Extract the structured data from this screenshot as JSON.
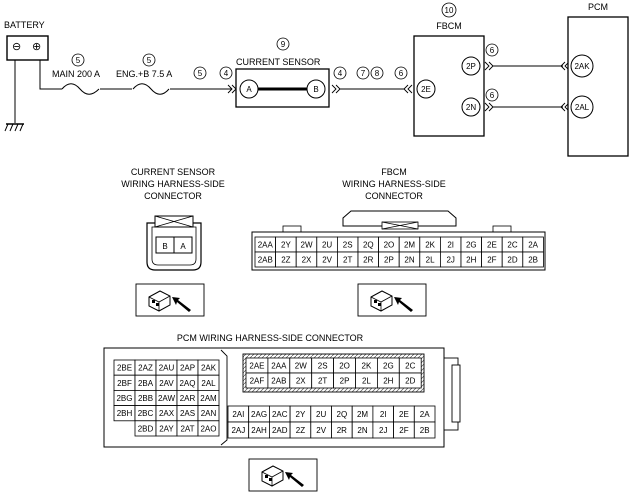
{
  "wiring": {
    "battery_label": "BATTERY",
    "battery_neg": "⊖",
    "battery_pos": "⊕",
    "fuse_main_num": "5",
    "fuse_main_label": "MAIN 200 A",
    "fuse_eng_num": "5",
    "fuse_eng_label": "ENG.+B 7.5 A",
    "wire5_num": "5",
    "cs_num": "9",
    "cs_label": "CURRENT SENSOR",
    "cs_pin_a": "A",
    "cs_pin_b": "B",
    "conn4_left": "4",
    "conn4_right": "4",
    "conn7": "7",
    "conn8": "8",
    "conn6_fbcm": "6",
    "fbcm_num": "10",
    "fbcm_label": "FBCM",
    "fbcm_pin_2e": "2E",
    "fbcm_pin_2p": "2P",
    "fbcm_pin_2n": "2N",
    "conn6_top": "6",
    "conn6_bottom": "6",
    "pcm_label": "PCM",
    "pcm_pin_2ak": "2AK",
    "pcm_pin_2al": "2AL"
  },
  "cs_connector": {
    "title_line1": "CURRENT SENSOR",
    "title_line2": "WIRING HARNESS-SIDE",
    "title_line3": "CONNECTOR",
    "pins": [
      "B",
      "A"
    ]
  },
  "fbcm_connector": {
    "title_line1": "FBCM",
    "title_line2": "WIRING HARNESS-SIDE",
    "title_line3": "CONNECTOR",
    "row1": [
      "2AA",
      "2Y",
      "2W",
      "2U",
      "2S",
      "2Q",
      "2O",
      "2M",
      "2K",
      "2I",
      "2G",
      "2E",
      "2C",
      "2A"
    ],
    "row2": [
      "2AB",
      "2Z",
      "2X",
      "2V",
      "2T",
      "2R",
      "2P",
      "2N",
      "2L",
      "2J",
      "2H",
      "2F",
      "2D",
      "2B"
    ]
  },
  "pcm_connector": {
    "title": "PCM WIRING HARNESS-SIDE CONNECTOR",
    "left_rows": [
      [
        "2BE",
        "2AZ",
        "2AU",
        "2AP",
        "2AK"
      ],
      [
        "2BF",
        "2BA",
        "2AV",
        "2AQ",
        "2AL"
      ],
      [
        "2BG",
        "2BB",
        "2AW",
        "2AR",
        "2AM"
      ],
      [
        "2BH",
        "2BC",
        "2AX",
        "2AS",
        "2AN"
      ],
      [
        "",
        "2BD",
        "2AY",
        "2AT",
        "2AO"
      ]
    ],
    "hatched_rows": [
      [
        "2AE",
        "2AA",
        "2W",
        "2S",
        "2O",
        "2K",
        "2G",
        "2C"
      ],
      [
        "2AF",
        "2AB",
        "2X",
        "2T",
        "2P",
        "2L",
        "2H",
        "2D"
      ]
    ],
    "bottom_rows": [
      [
        "2AI",
        "2AG",
        "2AC",
        "2Y",
        "2U",
        "2Q",
        "2M",
        "2I",
        "2E",
        "2A"
      ],
      [
        "2AJ",
        "2AH",
        "2AD",
        "2Z",
        "2V",
        "2R",
        "2N",
        "2J",
        "2F",
        "2B"
      ]
    ]
  }
}
